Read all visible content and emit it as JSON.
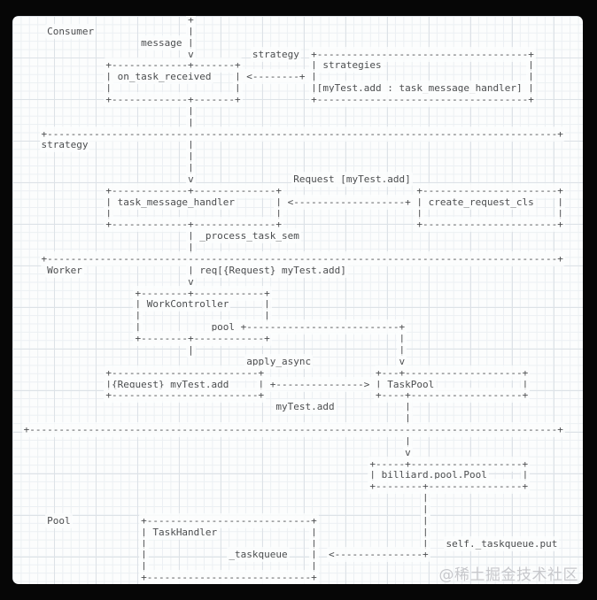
{
  "frame": {
    "background": "#060606",
    "paper": "#fcfdfd",
    "grid_minor": "#ecf0f3",
    "grid_major": "#dde2e7",
    "ink": "#4b4d4f"
  },
  "watermark": {
    "text": "@稀土掘金技术社区",
    "color": "#c6c7cb"
  },
  "diagram": {
    "sections": [
      "Consumer",
      "strategy",
      "Worker",
      "Pool"
    ],
    "nodes": [
      "on_task_received",
      "strategies",
      "task_message_handler",
      "create_request_cls",
      "WorkController",
      "{Request} myTest.add",
      "TaskPool",
      "billiard.pool.Pool",
      "TaskHandler"
    ],
    "edge_labels": [
      "message",
      "strategy",
      "[myTest.add : task_message_handler]",
      "Request [myTest.add]",
      "_process_task_sem",
      "req[{Request} myTest.add]",
      "pool",
      "apply_async",
      "myTest.add",
      "self._taskqueue.put",
      "_taskqueue"
    ],
    "ascii_lines": [
      "                             +",
      "     Consumer                |",
      "                     message |",
      "                             v          strategy  +------------------------------------+",
      "               +-------------+-------+            | strategies                         |",
      "               | on_task_received    | <--------+ |                                    |",
      "               |                     |            |[myTest.add : task_message_handler] |",
      "               +-------------+-------+            +------------------------------------+",
      "                             |",
      "                             |",
      "    +---------------------------------------------------------------------------------------+",
      "    strategy                 |",
      "                             |",
      "                             |",
      "                             v                 Request [myTest.add]",
      "               +-------------+--------------+                       +-----------------------+",
      "               | task_message_handler       | <-------------------+ | create_request_cls    |",
      "               |                            |                       |                       |",
      "               +-------------+--------------+                       +-----------------------+",
      "                             | _process_task_sem",
      "                             |",
      "    +---------------------------------------------------------------------------------------+",
      "     Worker                  | req[{Request} myTest.add]",
      "                             v",
      "                    +--------+------------+",
      "                    | WorkController      |",
      "                    |                     |",
      "                    |            pool +--------------------------+",
      "                    +--------+------------+                      |",
      "                             |                                   |",
      "                                       apply_async               v",
      "               +-------------------------+                   +---+--------------------+",
      "               |{Request} myTest.add     | +---------------> | TaskPool               |",
      "               +-------------------------+                   +----+-------------------+",
      "                                            myTest.add            |",
      "                                                                  |",
      " +------------------------------------------------------------------------------------------+",
      "                                                                  |",
      "                                                                  v",
      "                                                            +-----+-------------------+",
      "                                                            | billiard.pool.Pool      |",
      "                                                            +--------+----------------+",
      "                                                                     |",
      "                                                                     |",
      "     Pool            +----------------------------+                  |",
      "                     | TaskHandler                |                  |",
      "                     |                            |                  |   self._taskqueue.put",
      "                     |              _taskqueue    |  <---------------+",
      "                     |                            |",
      "                     +----------------------------+"
    ]
  }
}
